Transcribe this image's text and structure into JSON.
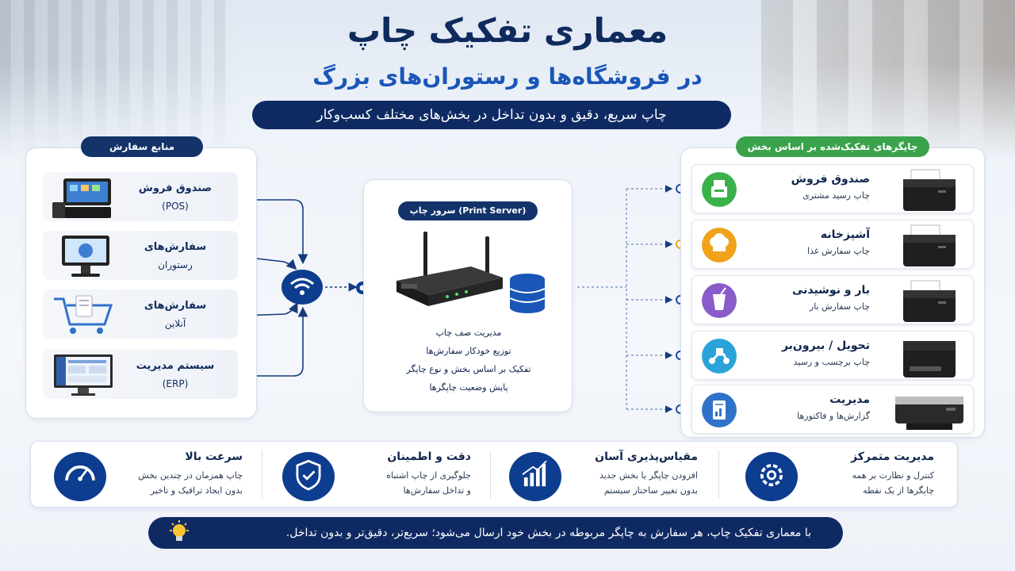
{
  "header": {
    "title": "معماری تفکیک چاپ",
    "subtitle": "در فروشگاه‌ها و رستوران‌های بزرگ",
    "tagline": "چاپ سریع، دقیق و بدون تداخل در بخش‌های مختلف کسب‌وکار"
  },
  "sources": {
    "heading": "منابع سفارش",
    "items": [
      {
        "line1": "صندوق فروش",
        "line2": "(POS)"
      },
      {
        "line1": "سفارش‌های",
        "line2": "رستوران"
      },
      {
        "line1": "سفارش‌های",
        "line2": "آنلاین"
      },
      {
        "line1": "سیستم مدیریت",
        "line2": "(ERP)"
      }
    ]
  },
  "server": {
    "label": "سرور چاپ (Print Server)",
    "features": [
      "مدیریت صف چاپ",
      "توزیع خودکار سفارش‌ها",
      "تفکیک بر اساس بخش و نوع چاپگر",
      "پایش وضعیت چاپگرها"
    ]
  },
  "outputs": {
    "heading": "چاپگرهای تفکیک‌شده بر اساس بخش",
    "items": [
      {
        "title": "صندوق فروش",
        "subtitle": "چاپ رسید مشتری",
        "icon": "cashier-icon",
        "color": "#3bb14a"
      },
      {
        "title": "آشپزخانه",
        "subtitle": "چاپ سفارش غذا",
        "icon": "chef-hat-icon",
        "color": "#f0a21a"
      },
      {
        "title": "بار و نوشیدنی",
        "subtitle": "چاپ سفارش بار",
        "icon": "drink-icon",
        "color": "#8a5cc9"
      },
      {
        "title": "تحویل / بیرون‌بر",
        "subtitle": "چاپ برچسب و رسید",
        "icon": "delivery-scooter-icon",
        "color": "#2aa3d9"
      },
      {
        "title": "مدیریت",
        "subtitle": "گزارش‌ها و فاکتورها",
        "icon": "report-icon",
        "color": "#2f73c9"
      }
    ]
  },
  "features": [
    {
      "title": "سرعت بالا",
      "line1": "چاپ همزمان در چندین بخش",
      "line2": "بدون ایجاد ترافیک و تاخیر",
      "icon": "speedometer-icon"
    },
    {
      "title": "دقت و اطمینان",
      "line1": "جلوگیری از چاپ اشتباه",
      "line2": "و تداخل سفارش‌ها",
      "icon": "shield-check-icon"
    },
    {
      "title": "مقیاس‌پذیری آسان",
      "line1": "افزودن چاپگر یا بخش جدید",
      "line2": "بدون تغییر ساختار سیستم",
      "icon": "growth-chart-icon"
    },
    {
      "title": "مدیریت متمرکز",
      "line1": "کنترل و نظارت بر همه",
      "line2": "چاپگرها از یک نقطه",
      "icon": "gear-icon"
    }
  ],
  "footer": {
    "text": "با معماری تفکیک چاپ، هر سفارش به چاپگر مربوطه در بخش خود ارسال می‌شود؛ سریع‌تر، دقیق‌تر و بدون تداخل.",
    "icon": "lightbulb-icon"
  },
  "colors": {
    "navy": "#0f2a63",
    "accent": "#1a56b8",
    "green_pill": "#3aa24a"
  }
}
